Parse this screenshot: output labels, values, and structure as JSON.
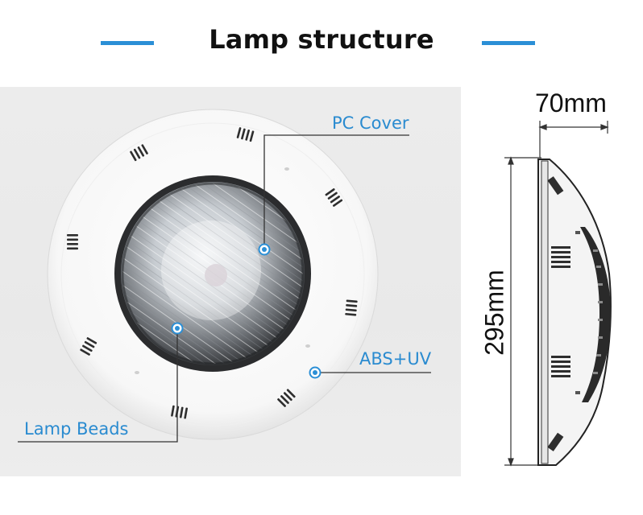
{
  "title": "Lamp structure",
  "callouts": {
    "pc_cover": "PC Cover",
    "abs_uv": "ABS+UV",
    "lamp_beads": "Lamp Beads"
  },
  "dimensions": {
    "depth": "70mm",
    "diameter": "295mm"
  },
  "colors": {
    "accent": "#2b8fd6",
    "label_blue": "#2a8bd0",
    "text": "#111111",
    "panel_bg": "#ebebeb"
  }
}
